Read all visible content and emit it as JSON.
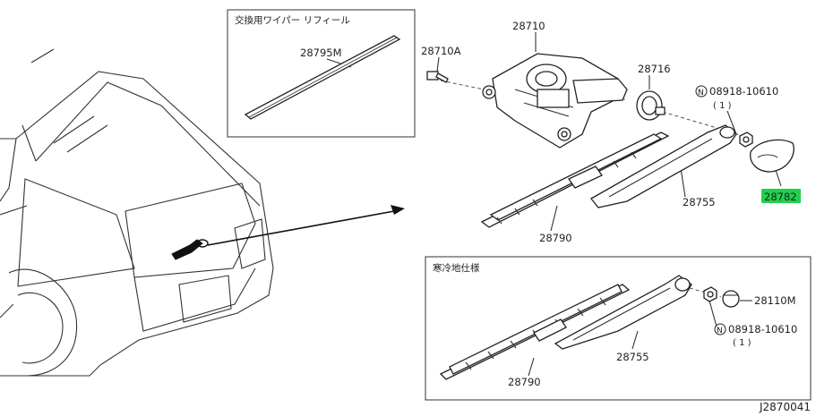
{
  "refill_box": {
    "title": "交換用ワイパー リフィール",
    "part": "28795M"
  },
  "main": {
    "labels": {
      "motor": "28710",
      "bolt": "28710A",
      "seal": "28716",
      "nut": "08918-10610",
      "nut_qty": "( 1 )",
      "arm": "28755",
      "blade": "28790",
      "cap": "28782"
    },
    "n_marker": "N"
  },
  "cold_box": {
    "title": "寒冷地仕様",
    "labels": {
      "cap": "28110M",
      "nut": "08918-10610",
      "nut_qty": "( 1 )",
      "arm": "28755",
      "blade": "28790"
    },
    "n_marker": "N"
  },
  "diagram_id": "J2870041",
  "colors": {
    "highlight": "#22d04c",
    "line": "#222222"
  }
}
